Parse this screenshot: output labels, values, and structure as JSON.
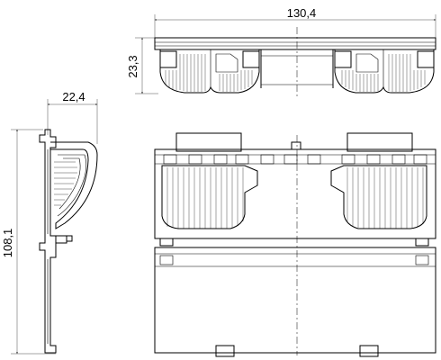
{
  "dimensions": {
    "overall_width": "130,4",
    "top_height": "23,3",
    "side_depth": "22,4",
    "side_height": "108,1"
  }
}
